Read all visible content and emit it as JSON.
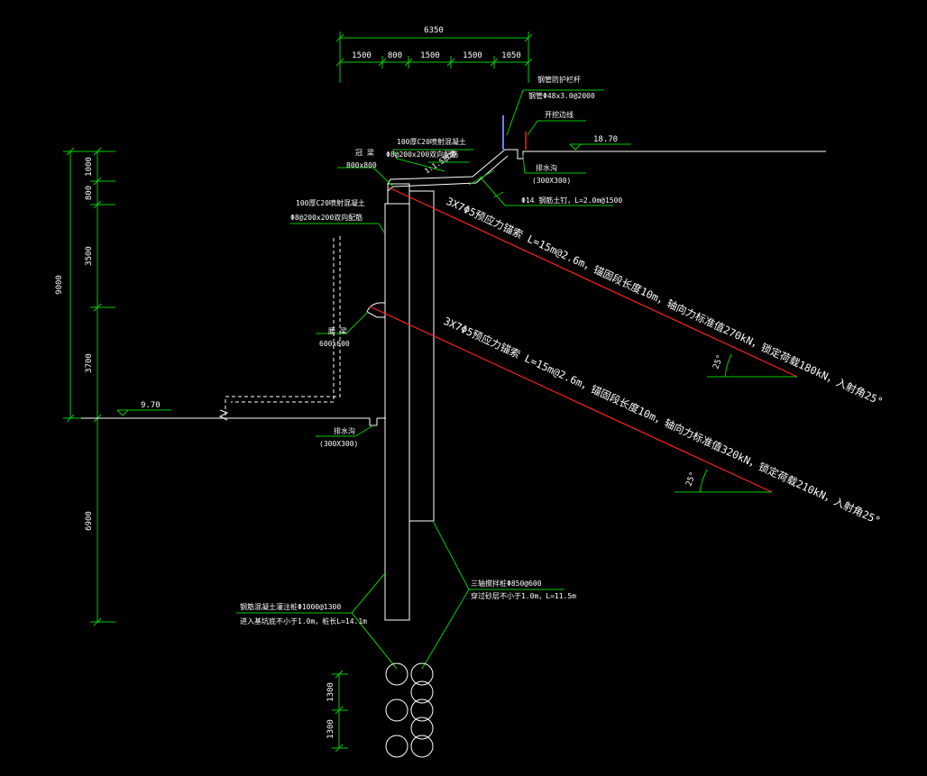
{
  "colors": {
    "background": "#000000",
    "structure": "#ffffff",
    "dimension": "#00cc00",
    "anchor": "#ff2020",
    "label": "#ffffff",
    "railing": "#6f7fff"
  },
  "top_dimensions": {
    "total": "6350",
    "segments": [
      "1500",
      "800",
      "1500",
      "1500",
      "1050"
    ]
  },
  "left_dimensions": {
    "total": "9000",
    "segments": [
      "1000",
      "800",
      "3500",
      "3700"
    ],
    "embedment": "6900"
  },
  "pile_spacing": [
    "1300",
    "1300"
  ],
  "elevations": {
    "top": "18.70",
    "bottom": "9.70"
  },
  "labels": {
    "railing": "钢管防护栏杆",
    "railing_spec": "钢管Φ48x3.0@2000",
    "excavation_line": "开挖边线",
    "top_gutter": "排水沟",
    "top_gutter_size": "(300X300)",
    "slope_ratio": "1:1.5放坡",
    "crown_beam": "冠 梁",
    "crown_beam_size": "800x800",
    "top_shotcrete_1": "100厚C20喷射混凝土",
    "top_shotcrete_2": "Φ8@200x200双向配筋",
    "soil_nail": "Φ14 钢筋土钉，L=2.0m@1500",
    "wall_shotcrete_1": "100厚C20喷射混凝土",
    "wall_shotcrete_2": "Φ8@200x200双向配筋",
    "waist_beam": "腰 梁",
    "waist_beam_size": "600x600",
    "bottom_gutter": "排水沟",
    "bottom_gutter_size": "(300X300)",
    "anchor_1": "3X7Φ5预应力锚索 L=15m@2.6m，锚固段长度10m，轴向力标准值270kN，锁定荷载180kN，入射角25°",
    "anchor_2": "3X7Φ5预应力锚索 L=15m@2.6m，锚固段长度10m，轴向力标准值320kN，锁定荷载210kN，入射角25°",
    "angle_1": "25°",
    "angle_2": "25°",
    "pile_spec_1": "钢筋混凝土灌注桩Φ1000@1300",
    "pile_spec_2": "进入基坑底不小于1.0m，桩长L=14.1m",
    "cutoff_spec_1": "三轴搅拌桩Φ850@600",
    "cutoff_spec_2": "穿过砂层不小于1.0m，L=11.5m"
  }
}
